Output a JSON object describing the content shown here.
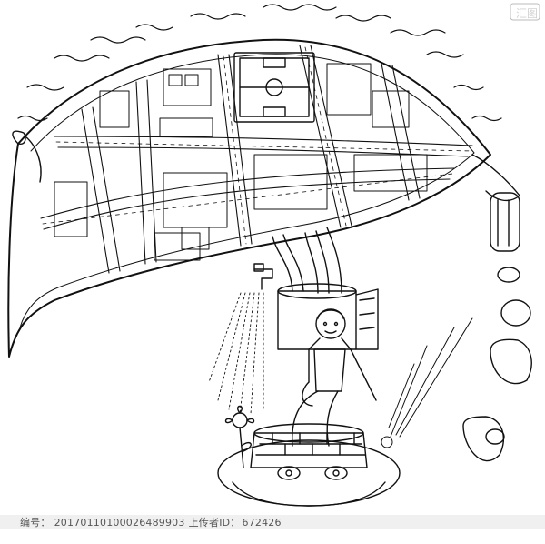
{
  "watermark": {
    "id_label": "编号：",
    "id_value": "20170110100026489903",
    "uploader_label": "上传者ID：",
    "uploader_value": "672426",
    "corner_mark": "汇图"
  },
  "artwork": {
    "style": "black ink line drawing on white",
    "subject": "leaf-shaped city canopy held by a figure standing in a hat"
  }
}
